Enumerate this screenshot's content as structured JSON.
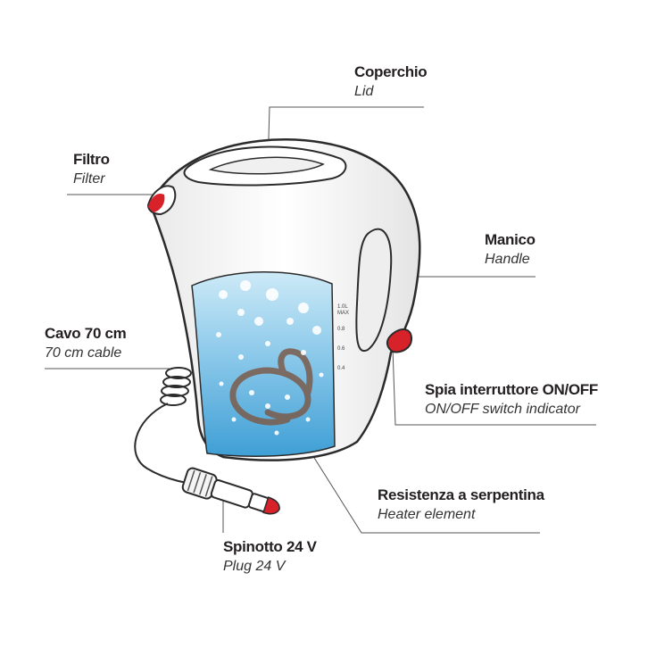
{
  "labels": {
    "lid": {
      "it": "Coperchio",
      "en": "Lid"
    },
    "filter": {
      "it": "Filtro",
      "en": "Filter"
    },
    "handle": {
      "it": "Manico",
      "en": "Handle"
    },
    "cable": {
      "it": "Cavo 70 cm",
      "en": "70 cm cable"
    },
    "switch": {
      "it": "Spia interruttore ON/OFF",
      "en": "ON/OFF switch indicator"
    },
    "heater": {
      "it": "Resistenza a serpentina",
      "en": "Heater element"
    },
    "plug": {
      "it": "Spinotto 24 V",
      "en": "Plug 24 V"
    }
  },
  "level_marks": [
    "1.0L MAX",
    "0.8",
    "0.6",
    "0.4"
  ],
  "colors": {
    "outline": "#2b2b2b",
    "body": "#f7f7f7",
    "water_top": "#bfe4f5",
    "water_bottom": "#4aa6d8",
    "accent_red": "#d8222a",
    "leader": "#555555",
    "coil": "#8a6a5a"
  }
}
